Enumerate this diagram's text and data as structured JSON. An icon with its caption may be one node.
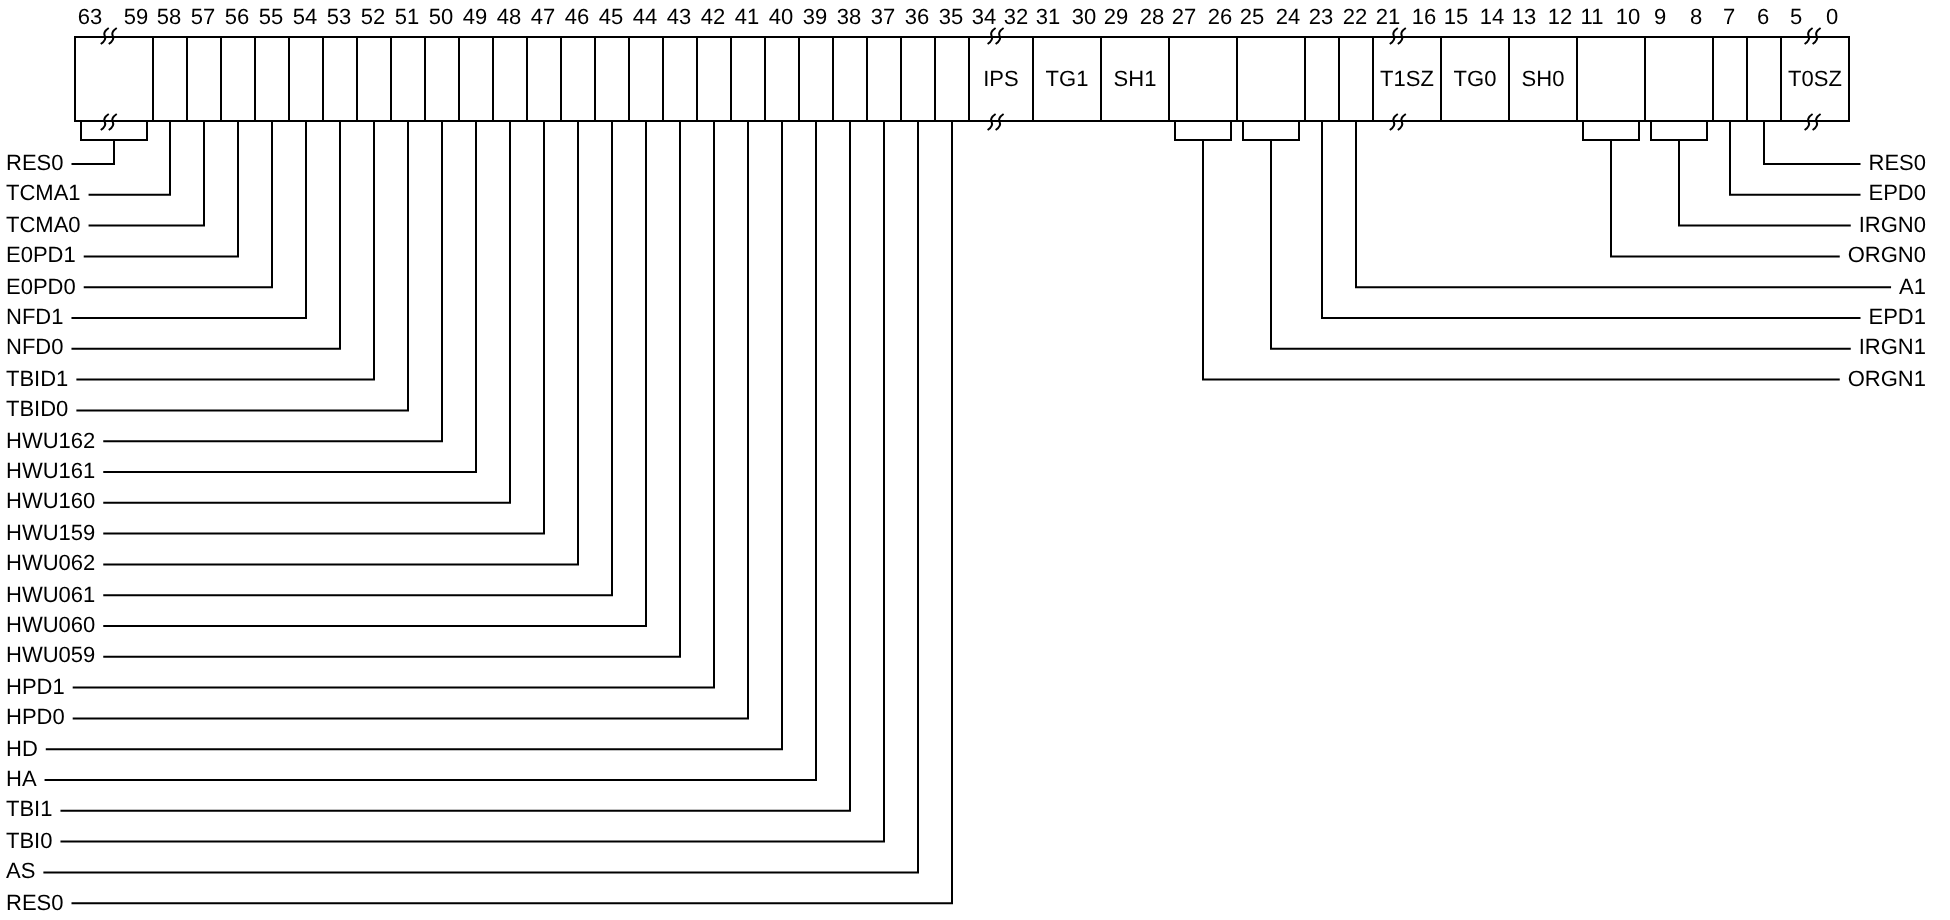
{
  "diagram": {
    "nodes": [
      {
        "text": [],
        "shape": "box",
        "beside": [
          "63",
          "59"
        ]
      },
      {
        "text": [],
        "shape": "box",
        "beside": [
          "58"
        ]
      },
      {
        "text": [],
        "shape": "box",
        "beside": [
          "57"
        ]
      },
      {
        "text": [],
        "shape": "box",
        "beside": [
          "56"
        ]
      },
      {
        "text": [],
        "shape": "box",
        "beside": [
          "55"
        ]
      },
      {
        "text": [],
        "shape": "box",
        "beside": [
          "54"
        ]
      },
      {
        "text": [],
        "shape": "box",
        "beside": [
          "53"
        ]
      },
      {
        "text": [],
        "shape": "box",
        "beside": [
          "52"
        ]
      },
      {
        "text": [],
        "shape": "box",
        "beside": [
          "51"
        ]
      },
      {
        "text": [],
        "shape": "box",
        "beside": [
          "50"
        ]
      },
      {
        "text": [],
        "shape": "box",
        "beside": [
          "49"
        ]
      },
      {
        "text": [],
        "shape": "box",
        "beside": [
          "48"
        ]
      },
      {
        "text": [],
        "shape": "box",
        "beside": [
          "47"
        ]
      },
      {
        "text": [],
        "shape": "box",
        "beside": [
          "46"
        ]
      },
      {
        "text": [],
        "shape": "box",
        "beside": [
          "45"
        ]
      },
      {
        "text": [],
        "shape": "box",
        "beside": [
          "44"
        ]
      },
      {
        "text": [],
        "shape": "box",
        "beside": [
          "43"
        ]
      },
      {
        "text": [],
        "shape": "box",
        "beside": [
          "42"
        ]
      },
      {
        "text": [],
        "shape": "box",
        "beside": [
          "41"
        ]
      },
      {
        "text": [],
        "shape": "box",
        "beside": [
          "40"
        ]
      },
      {
        "text": [],
        "shape": "box",
        "beside": [
          "39"
        ]
      },
      {
        "text": [],
        "shape": "box",
        "beside": [
          "38"
        ]
      },
      {
        "text": [],
        "shape": "box",
        "beside": [
          "37"
        ]
      },
      {
        "text": [],
        "shape": "box",
        "beside": [
          "36"
        ]
      },
      {
        "text": [],
        "shape": "box",
        "beside": [
          "35"
        ]
      },
      {
        "text": [
          "IPS"
        ],
        "beside": [
          "34",
          "32"
        ]
      },
      {
        "text": [
          "TG1"
        ],
        "beside": [
          "31",
          "30"
        ]
      },
      {
        "text": [
          "SH1"
        ],
        "beside": [
          "29",
          "28"
        ]
      },
      {
        "text": [],
        "shape": "box",
        "beside": [
          "27",
          "26"
        ]
      },
      {
        "text": [],
        "shape": "box",
        "beside": [
          "25",
          "24"
        ]
      },
      {
        "text": [],
        "shape": "box",
        "beside": [
          "23"
        ]
      },
      {
        "text": [],
        "shape": "box",
        "beside": [
          "22"
        ]
      },
      {
        "text": [
          "T1SZ"
        ],
        "beside": [
          "21",
          "16"
        ]
      },
      {
        "text": [
          "TG0"
        ],
        "beside": [
          "15",
          "14"
        ]
      },
      {
        "text": [
          "SH0"
        ],
        "beside": [
          "13",
          "12"
        ]
      },
      {
        "text": [],
        "shape": "box",
        "beside": [
          "11",
          "10"
        ]
      },
      {
        "text": [],
        "shape": "box",
        "beside": [
          "9",
          "8"
        ]
      },
      {
        "text": [],
        "shape": "box",
        "beside": [
          "7"
        ]
      },
      {
        "text": [],
        "shape": "box",
        "beside": [
          "6"
        ]
      },
      {
        "text": [
          "T0SZ"
        ],
        "beside": [
          "5",
          "0"
        ]
      },
      {
        "text": [
          "RES0"
        ]
      },
      {
        "text": [
          "TCMA1"
        ]
      },
      {
        "text": [
          "TCMA0"
        ]
      },
      {
        "text": [
          "E0PD1"
        ]
      },
      {
        "text": [
          "E0PD0"
        ]
      },
      {
        "text": [
          "NFD1"
        ]
      },
      {
        "text": [
          "NFD0"
        ]
      },
      {
        "text": [
          "TBID1"
        ]
      },
      {
        "text": [
          "TBID0"
        ]
      },
      {
        "text": [
          "HWU162"
        ]
      },
      {
        "text": [
          "HWU161"
        ]
      },
      {
        "text": [
          "HWU160"
        ]
      },
      {
        "text": [
          "HWU159"
        ]
      },
      {
        "text": [
          "HWU062"
        ]
      },
      {
        "text": [
          "HWU061"
        ]
      },
      {
        "text": [
          "HWU060"
        ]
      },
      {
        "text": [
          "HWU059"
        ]
      },
      {
        "text": [
          "HPD1"
        ]
      },
      {
        "text": [
          "HPD0"
        ]
      },
      {
        "text": [
          "HD"
        ]
      },
      {
        "text": [
          "HA"
        ]
      },
      {
        "text": [
          "TBI1"
        ]
      },
      {
        "text": [
          "TBI0"
        ]
      },
      {
        "text": [
          "AS"
        ]
      },
      {
        "text": [
          "RES0"
        ]
      },
      {
        "text": [
          "RES0"
        ]
      },
      {
        "text": [
          "EPD0"
        ]
      },
      {
        "text": [
          "IRGN0"
        ]
      },
      {
        "text": [
          "ORGN0"
        ]
      },
      {
        "text": [
          "A1"
        ]
      },
      {
        "text": [
          "EPD1"
        ]
      },
      {
        "text": [
          "IRGN1"
        ]
      },
      {
        "text": [
          "ORGN1"
        ]
      }
    ],
    "edges": [
      {
        "from": 40,
        "to": 0,
        "arrow": "none"
      },
      {
        "from": 41,
        "to": 1,
        "arrow": "none"
      },
      {
        "from": 42,
        "to": 2,
        "arrow": "none"
      },
      {
        "from": 43,
        "to": 3,
        "arrow": "none"
      },
      {
        "from": 44,
        "to": 4,
        "arrow": "none"
      },
      {
        "from": 45,
        "to": 5,
        "arrow": "none"
      },
      {
        "from": 46,
        "to": 6,
        "arrow": "none"
      },
      {
        "from": 47,
        "to": 7,
        "arrow": "none"
      },
      {
        "from": 48,
        "to": 8,
        "arrow": "none"
      },
      {
        "from": 49,
        "to": 9,
        "arrow": "none"
      },
      {
        "from": 50,
        "to": 10,
        "arrow": "none"
      },
      {
        "from": 51,
        "to": 11,
        "arrow": "none"
      },
      {
        "from": 52,
        "to": 12,
        "arrow": "none"
      },
      {
        "from": 53,
        "to": 13,
        "arrow": "none"
      },
      {
        "from": 54,
        "to": 14,
        "arrow": "none"
      },
      {
        "from": 55,
        "to": 15,
        "arrow": "none"
      },
      {
        "from": 56,
        "to": 16,
        "arrow": "none"
      },
      {
        "from": 57,
        "to": 17,
        "arrow": "none"
      },
      {
        "from": 58,
        "to": 18,
        "arrow": "none"
      },
      {
        "from": 59,
        "to": 19,
        "arrow": "none"
      },
      {
        "from": 60,
        "to": 20,
        "arrow": "none"
      },
      {
        "from": 61,
        "to": 21,
        "arrow": "none"
      },
      {
        "from": 62,
        "to": 22,
        "arrow": "none"
      },
      {
        "from": 63,
        "to": 23,
        "arrow": "none"
      },
      {
        "from": 64,
        "to": 24,
        "arrow": "none"
      },
      {
        "from": 65,
        "to": 38,
        "arrow": "none"
      },
      {
        "from": 66,
        "to": 37,
        "arrow": "none"
      },
      {
        "from": 67,
        "to": 36,
        "arrow": "none"
      },
      {
        "from": 68,
        "to": 35,
        "arrow": "none"
      },
      {
        "from": 69,
        "to": 31,
        "arrow": "none"
      },
      {
        "from": 70,
        "to": 30,
        "arrow": "none"
      },
      {
        "from": 71,
        "to": 29,
        "arrow": "none"
      },
      {
        "from": 72,
        "to": 28,
        "arrow": "none"
      }
    ]
  }
}
